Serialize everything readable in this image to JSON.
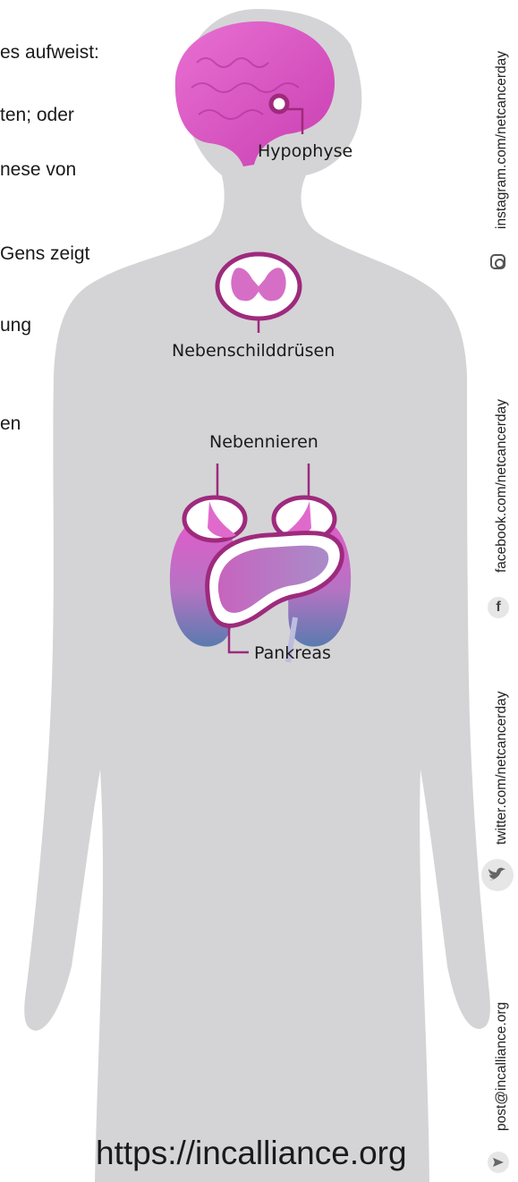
{
  "intro_lines": [
    "es aufweist:",
    "ten; oder",
    "nese von",
    "Gens zeigt",
    "ung",
    "en"
  ],
  "labels": {
    "pituitary": "Hypophyse",
    "parathyroid": "Nebenschilddrüsen",
    "adrenals": "Nebennieren",
    "pancreas": "Pankreas"
  },
  "social": {
    "instagram": "instagram.com/netcancerday",
    "facebook": "facebook.com/netcancerday",
    "twitter": "twitter.com/netcancerday",
    "email": "post@incalliance.org"
  },
  "icons": [
    "instagram-icon",
    "facebook-icon",
    "twitter-icon",
    "email-icon"
  ],
  "website": "https://incalliance.org",
  "colors": {
    "silhouette": "#d4d4d6",
    "outline": "#9e2a7d",
    "organ_pink": "#d95bc4",
    "organ_blue": "#5b78a8"
  }
}
